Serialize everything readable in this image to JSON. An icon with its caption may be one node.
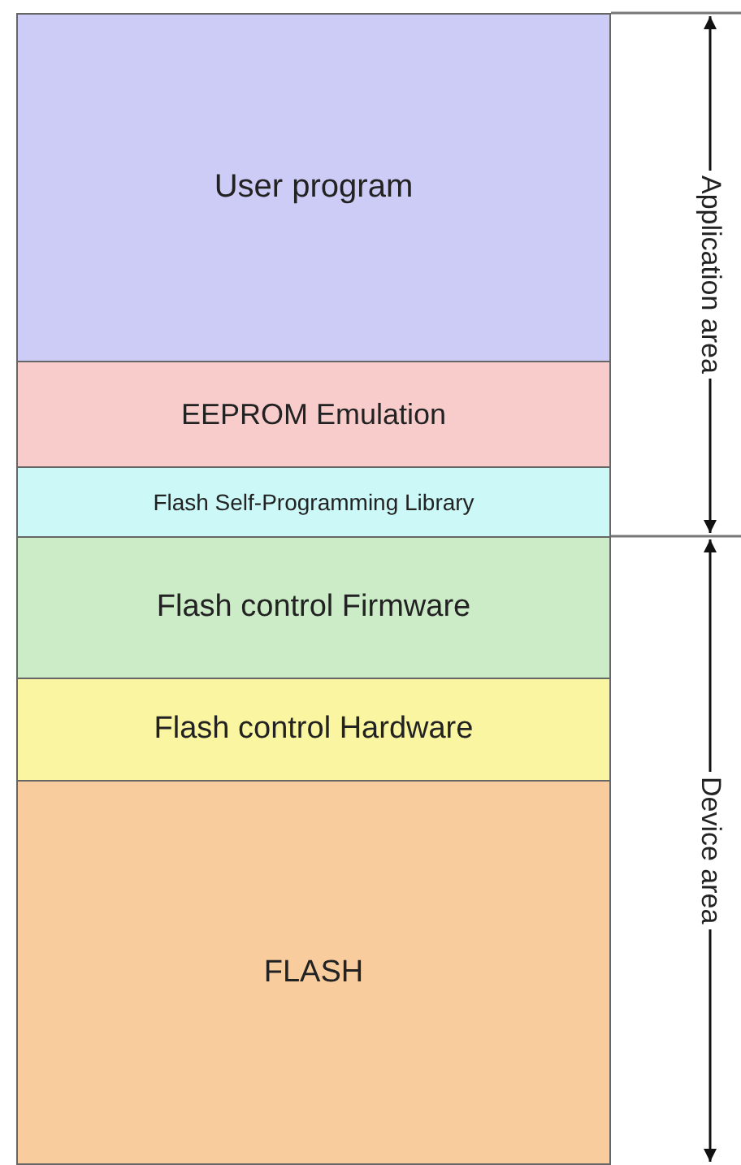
{
  "diagram": {
    "nodes": [
      {
        "text": [
          "User program"
        ]
      },
      {
        "text": [
          "EEPROM Emulation"
        ]
      },
      {
        "text": [
          "Flash Self-Programming Library"
        ]
      },
      {
        "text": [
          "Flash control Firmware"
        ]
      },
      {
        "text": [
          "Flash control Hardware"
        ]
      },
      {
        "text": [
          "FLASH"
        ]
      }
    ],
    "labels": [
      "Application area",
      "Device area"
    ]
  }
}
